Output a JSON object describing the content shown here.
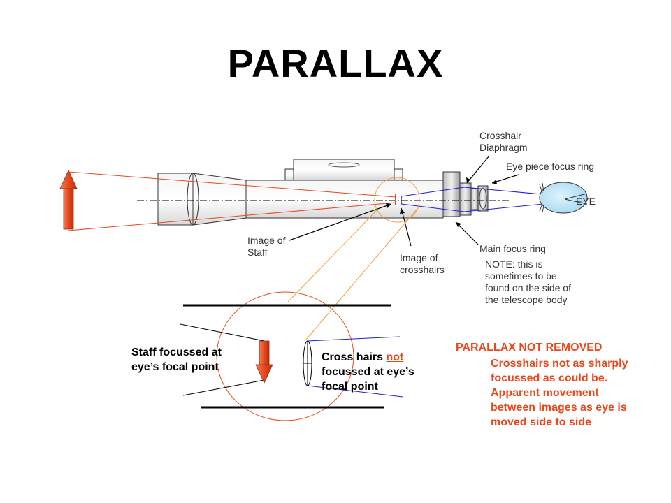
{
  "title": "PARALLAX",
  "labels": {
    "crosshair_diaphragm": [
      "Crosshair",
      "Diaphragm"
    ],
    "eye_piece_focus_ring": "Eye piece focus ring",
    "eye": "EYE",
    "image_of_staff": [
      "Image of",
      "Staff"
    ],
    "image_of_crosshairs": [
      "Image of",
      "crosshairs"
    ],
    "main_focus_ring": "Main focus ring",
    "main_focus_note": [
      "NOTE: this is",
      "sometimes to be",
      "found on the side of",
      "the telescope body"
    ]
  },
  "inset": {
    "staff_caption": [
      "Staff focussed at",
      "eye’s focal point"
    ],
    "crosshair_caption_prefix": "Cross hairs ",
    "crosshair_caption_not": "not",
    "crosshair_caption_rest": [
      "focussed at eye’s",
      "focal point"
    ]
  },
  "note": {
    "heading": "PARALLAX NOT REMOVED",
    "lines": [
      "Crosshairs not as sharply",
      "focussed as could be.",
      "Apparent movement",
      "between images as eye is",
      "moved side to side"
    ]
  },
  "colors": {
    "ray_red": "#e8481c",
    "ray_blue": "#2020d0",
    "staff_fill": "#e8481c",
    "magnifier": "#f0a040",
    "body_stroke": "#333333"
  }
}
